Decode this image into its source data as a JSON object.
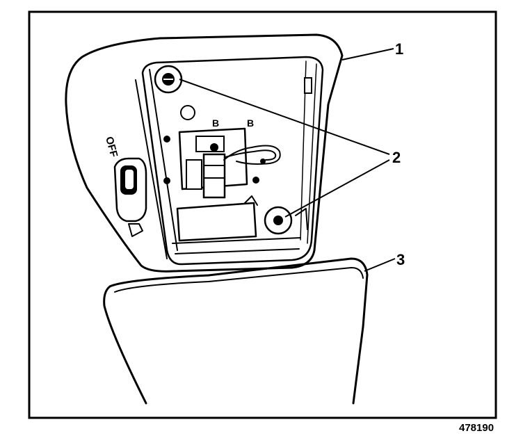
{
  "figure": {
    "figure_number": "478190",
    "callouts": [
      {
        "id": "1",
        "label": "1"
      },
      {
        "id": "2",
        "label": "2"
      },
      {
        "id": "3",
        "label": "3"
      }
    ],
    "switch_text": "OFF",
    "colors": {
      "ink": "#000000",
      "background": "#ffffff"
    }
  }
}
